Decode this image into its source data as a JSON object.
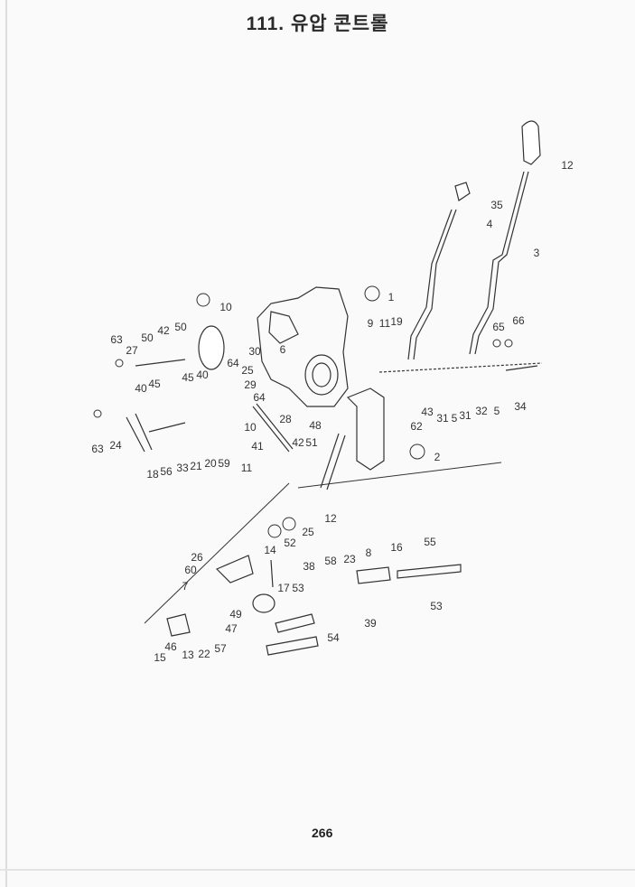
{
  "title": "111. 유압 콘트롤",
  "page_number": "266",
  "labels": [
    "12",
    "35",
    "4",
    "3",
    "1",
    "10",
    "9",
    "11",
    "19",
    "65",
    "66",
    "63",
    "50",
    "42",
    "50",
    "27",
    "30",
    "6",
    "64",
    "25",
    "45",
    "40",
    "40",
    "45",
    "29",
    "64",
    "43",
    "31",
    "5",
    "31",
    "32",
    "5",
    "34",
    "62",
    "28",
    "10",
    "48",
    "63",
    "24",
    "18",
    "56",
    "33",
    "21",
    "20",
    "59",
    "41",
    "42",
    "51",
    "11",
    "2",
    "12",
    "25",
    "52",
    "14",
    "55",
    "16",
    "8",
    "26",
    "58",
    "23",
    "38",
    "60",
    "7",
    "17",
    "53",
    "53",
    "39",
    "49",
    "47",
    "54",
    "46",
    "57",
    "15",
    "13",
    "22"
  ]
}
